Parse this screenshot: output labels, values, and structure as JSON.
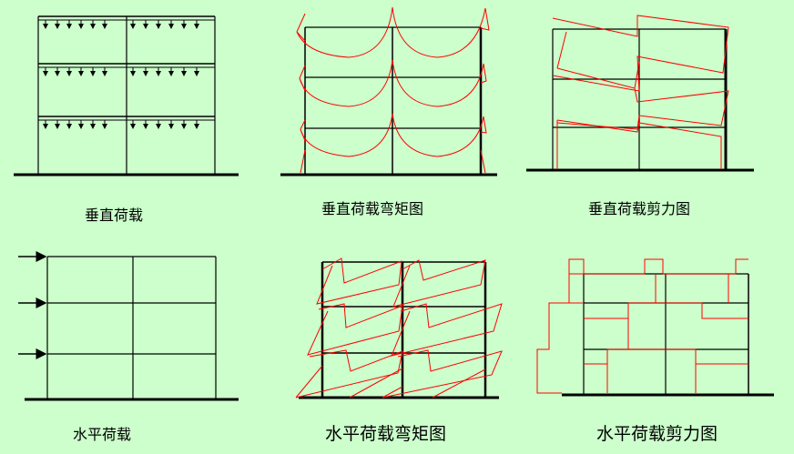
{
  "diagrams": [
    {
      "id": "vertical-load",
      "caption": "垂直荷载"
    },
    {
      "id": "vertical-load-moment",
      "caption": "垂直荷载弯矩图"
    },
    {
      "id": "vertical-load-shear",
      "caption": "垂直荷载剪力图"
    },
    {
      "id": "horizontal-load",
      "caption": "水平荷载"
    },
    {
      "id": "horizontal-load-moment",
      "caption": "水平荷载弯矩图"
    },
    {
      "id": "horizontal-load-shear",
      "caption": "水平荷载剪力图"
    }
  ],
  "colors": {
    "background": "#ccffcc",
    "frame": "#000000",
    "diagram": "#ff0000"
  }
}
